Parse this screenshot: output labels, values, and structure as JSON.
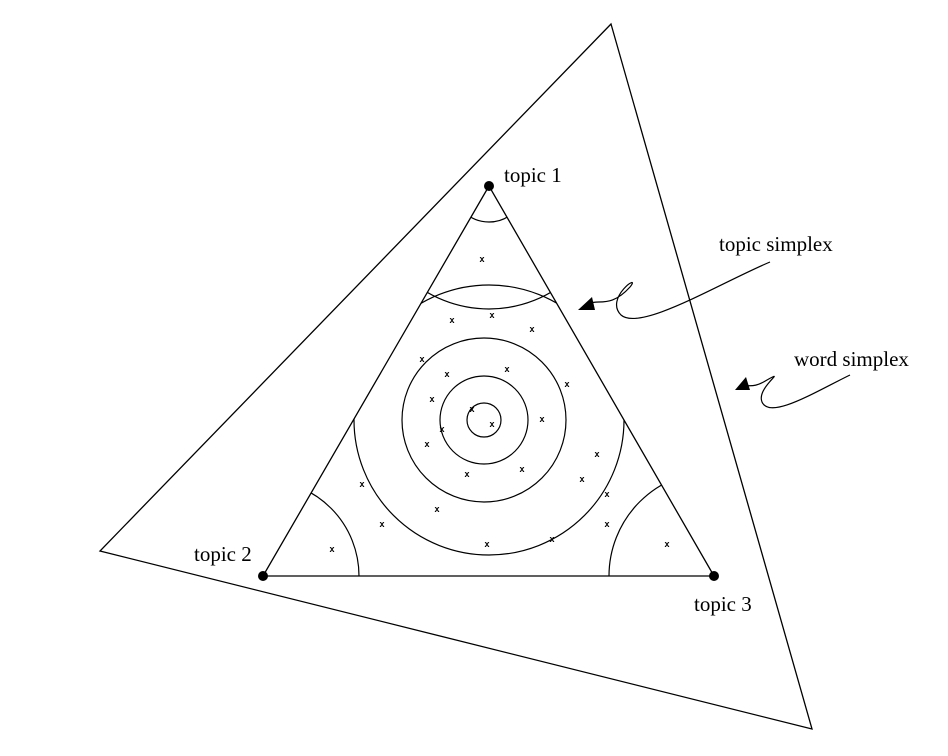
{
  "labels": {
    "topic_1": "topic 1",
    "topic_2": "topic 2",
    "topic_3": "topic 3",
    "topic_simplex": "topic simplex",
    "word_simplex": "word simplex"
  },
  "marker_glyph": "x",
  "colors": {
    "stroke": "#000000",
    "background": "#ffffff"
  }
}
